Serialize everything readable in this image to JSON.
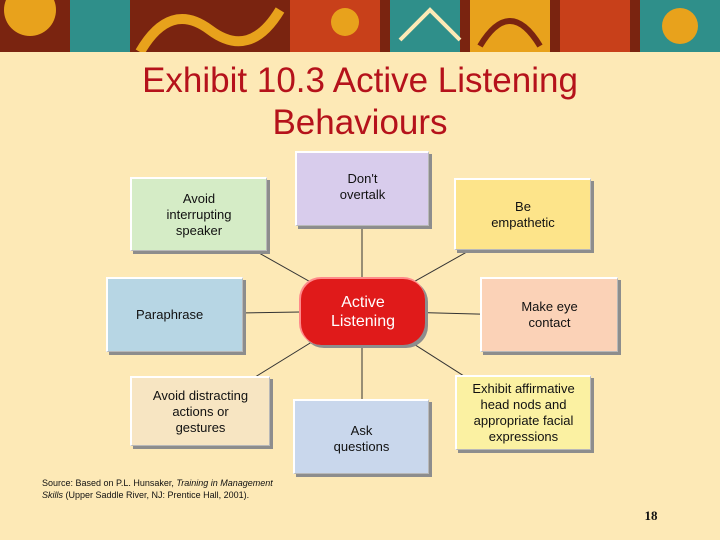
{
  "slide": {
    "title_line1": "Exhibit 10.3 Active Listening",
    "title_line2": "Behaviours",
    "page_number": "18"
  },
  "diagram": {
    "center": {
      "label": "Active\nListening",
      "color": "#e01a1a"
    },
    "behaviours": [
      {
        "id": "avoid-interrupting",
        "label": "Avoid\ninterrupting\nspeaker",
        "color": "#d5ecc6"
      },
      {
        "id": "dont-overtalk",
        "label": "Don't\novertalk",
        "color": "#d8ccec"
      },
      {
        "id": "be-empathetic",
        "label": "Be\nempathetic",
        "color": "#fde48a"
      },
      {
        "id": "paraphrase",
        "label": "Paraphrase",
        "color": "#b7d6e4"
      },
      {
        "id": "make-eye-contact",
        "label": "Make eye\ncontact",
        "color": "#fbd2b7"
      },
      {
        "id": "avoid-distracting",
        "label": "Avoid distracting\nactions or\ngestures",
        "color": "#f7e5c2"
      },
      {
        "id": "ask-questions",
        "label": "Ask\nquestions",
        "color": "#c9d7ec"
      },
      {
        "id": "affirmative-nods",
        "label": "Exhibit affirmative\nhead nods and\nappropriate facial\nexpressions",
        "color": "#fbf1a2"
      }
    ]
  },
  "source": {
    "prefix": "Source: Based on P.L. Hunsaker, ",
    "italic1": "Training in Management",
    "italic2": "Skills",
    "suffix": " (Upper Saddle River, NJ: Prentice Hall, 2001)."
  },
  "banner": {
    "colors": [
      "#7a2410",
      "#e8a21c",
      "#2f8f8a",
      "#c8401a"
    ]
  }
}
